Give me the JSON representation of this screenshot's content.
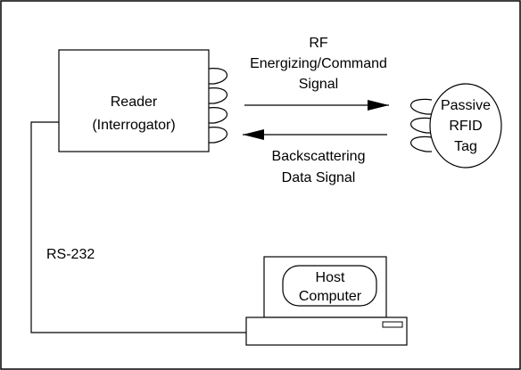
{
  "reader": {
    "line1": "Reader",
    "line2": "(Interrogator)"
  },
  "tag": {
    "line1": "Passive",
    "line2": "RFID",
    "line3": "Tag"
  },
  "forward_signal": {
    "line1": "RF",
    "line2": "Energizing/Command",
    "line3": "Signal"
  },
  "return_signal": {
    "line1": "Backscattering",
    "line2": "Data Signal"
  },
  "link": {
    "label": "RS-232"
  },
  "host": {
    "line1": "Host",
    "line2": "Computer"
  }
}
